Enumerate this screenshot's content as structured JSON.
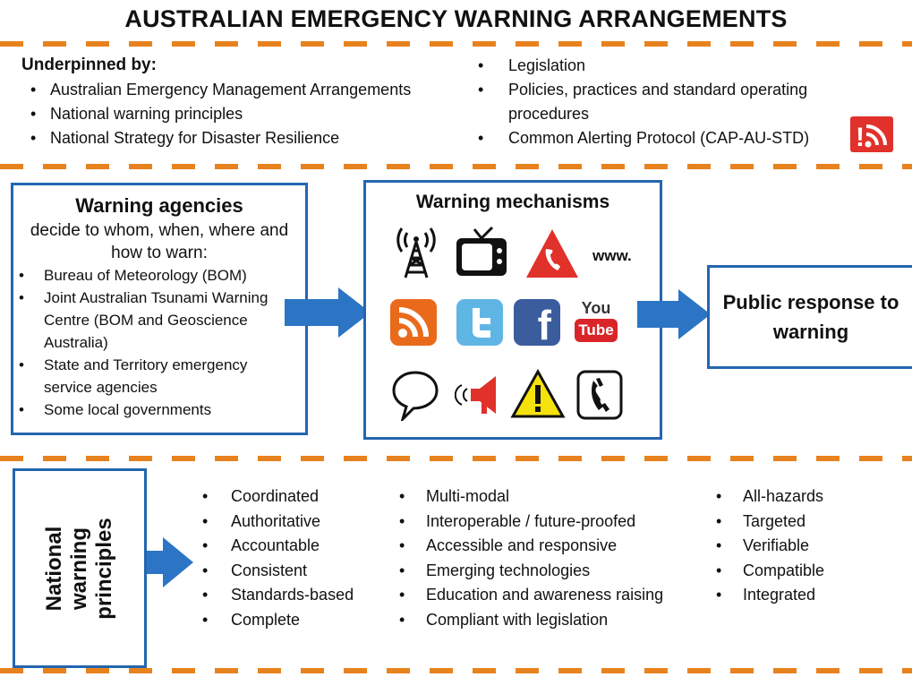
{
  "title": "AUSTRALIAN EMERGENCY WARNING ARRANGEMENTS",
  "underpinned": {
    "heading": "Underpinned by:",
    "left_items": [
      "Australian Emergency Management Arrangements",
      "National  warning principles",
      "National Strategy for Disaster Resilience"
    ],
    "right_items": [
      "Legislation",
      "Policies, practices and standard operating procedures",
      "Common Alerting Protocol (CAP-AU-STD)"
    ]
  },
  "agencies": {
    "title": "Warning agencies",
    "subtitle": "decide  to whom, when, where and how to warn:",
    "items": [
      "Bureau of Meteorology (BOM)",
      "Joint Australian Tsunami Warning Centre (BOM and Geoscience Australia)",
      "State and Territory emergency service agencies",
      "Some local governments"
    ]
  },
  "mechanisms": {
    "title": "Warning mechanisms",
    "www_label": "www.",
    "youtube_top": "You",
    "youtube_bottom": "Tube",
    "facebook_letter": "f",
    "icons": [
      "radio-tower-icon",
      "television-icon",
      "phone-alert-icon",
      "www-text",
      "rss-icon",
      "twitter-icon",
      "facebook-icon",
      "youtube-icon",
      "speech-bubble-icon",
      "siren-icon",
      "warning-sign-icon",
      "telephone-icon"
    ]
  },
  "response": {
    "title": "Public response to warning"
  },
  "principles": {
    "label": "National warning principles",
    "col1": [
      "Coordinated",
      "Authoritative",
      "Accountable",
      "Consistent",
      "Standards-based",
      "Complete"
    ],
    "col2": [
      "Multi-modal",
      "Interoperable  / future-proofed",
      "Accessible and responsive",
      "Emerging technologies",
      "Education and awareness raising",
      "Compliant with legislation"
    ],
    "col3": [
      "All-hazards",
      "Targeted",
      "Verifiable",
      "Compatible",
      "Integrated"
    ]
  },
  "colors": {
    "accent_orange": "#e8821e",
    "box_blue": "#2366b0",
    "arrow_blue": "#2b75c4",
    "cap_red": "#e0312a"
  }
}
